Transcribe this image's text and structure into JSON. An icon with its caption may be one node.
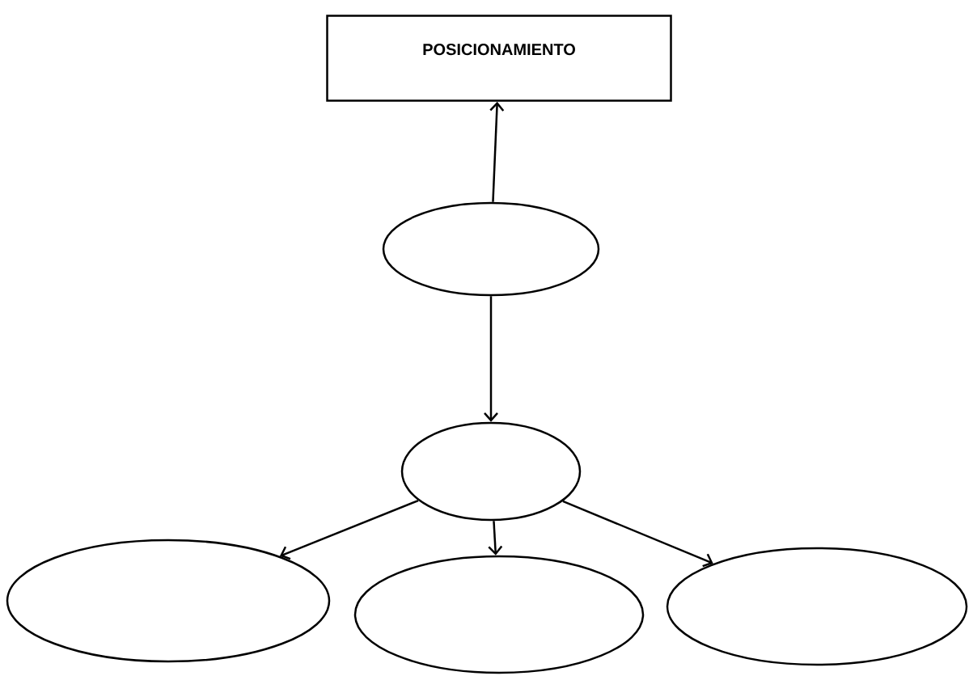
{
  "diagram": {
    "nodes": [
      {
        "text": [
          "POSICIONAMIENTO"
        ]
      },
      {
        "text": [],
        "shape": "ellipse"
      },
      {
        "text": [],
        "shape": "ellipse"
      },
      {
        "text": [],
        "shape": "ellipse"
      },
      {
        "text": [],
        "shape": "ellipse"
      },
      {
        "text": [],
        "shape": "ellipse"
      }
    ],
    "edges": [
      {
        "from": 1,
        "to": 0,
        "arrow": "to"
      },
      {
        "from": 1,
        "to": 2,
        "arrow": "to"
      },
      {
        "from": 2,
        "to": 3,
        "arrow": "to"
      },
      {
        "from": 2,
        "to": 4,
        "arrow": "to"
      },
      {
        "from": 2,
        "to": 5,
        "arrow": "to"
      }
    ]
  }
}
